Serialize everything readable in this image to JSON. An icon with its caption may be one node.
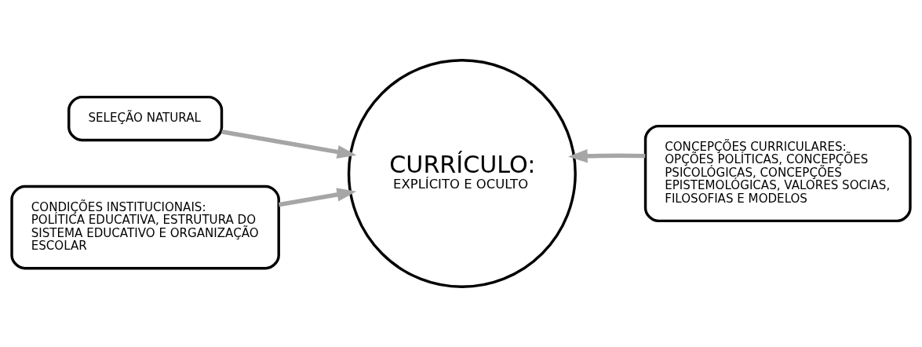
{
  "diagram": {
    "nodes": [
      {
        "text": [
          "SELEÇÃO NATURAL"
        ]
      },
      {
        "text": [
          "CURRÍCULO:",
          "EXPLÍCITO E OCULTO"
        ]
      },
      {
        "text": [
          "CONCEPÇÕES CURRICULARES:",
          "OPÇÕES POLÍTICAS, CONCEPÇÕES PSICOLÓGICAS, CONCEPÇÕES EPISTEMOLÓGICAS, VALORES SOCIAS, FILOSOFIAS E MODELOS"
        ]
      },
      {
        "text": [
          "CONDIÇÕES INSTITUCIONAIS: POLÍTICA EDUCATIVA, ESTRUTURA DO SISTEMA EDUCATIVO E ORGANIZAÇÃO ESCOLAR"
        ]
      }
    ],
    "edges": [
      {
        "from": 0,
        "to": 1,
        "arrow": "to"
      },
      {
        "from": 2,
        "to": 1,
        "arrow": "to"
      },
      {
        "from": 3,
        "to": 1,
        "arrow": "to"
      }
    ]
  }
}
